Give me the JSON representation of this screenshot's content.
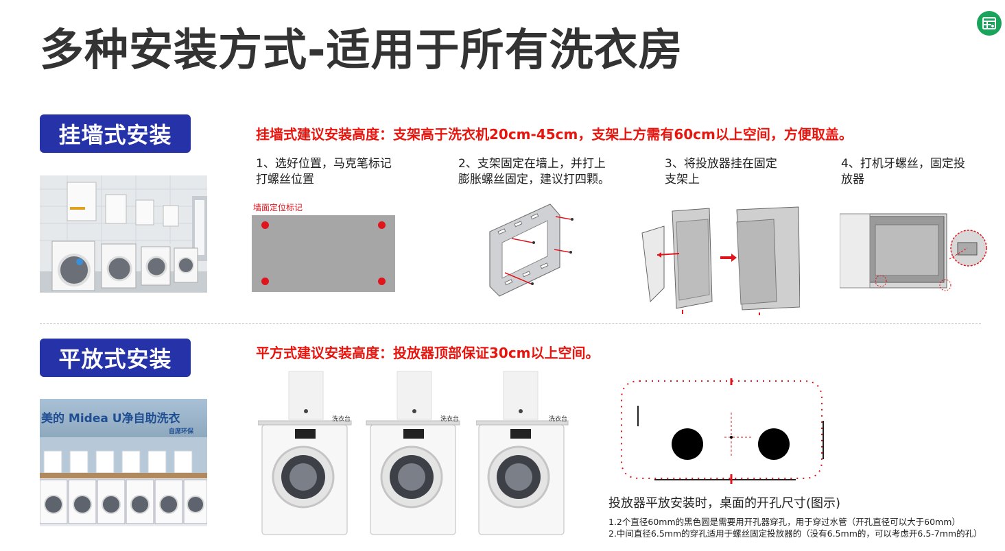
{
  "title": "多种安装方式-适用于所有洗衣房",
  "corner_icon": "spreadsheet-icon",
  "wall": {
    "badge": "挂墙式安装",
    "note": "挂墙式建议安装高度：支架高于洗衣机20cm-45cm，支架上方需有60cm以上空间，方便取盖。",
    "mark_label": "墙面定位标记",
    "steps": [
      "1、选好位置，马克笔标记打螺丝位置",
      "2、支架固定在墙上，并打上膨胀螺丝固定，建议打四颗。",
      "3、将投放器挂在固定支架上",
      "4、打机牙螺丝，固定投放器"
    ]
  },
  "flat": {
    "badge": "平放式安装",
    "note": "平方式建议安装高度：投放器顶部保证30cm以上空间。",
    "store_sign": "美的 Midea U净自助洗衣",
    "sign_sub": "自席环保",
    "counter_label": "洗衣台",
    "hole_title": "投放器平放安装时，桌面的开孔尺寸(图示)",
    "hole_notes": [
      "1.2个直径60mm的黑色圆是需要用开孔器穿孔，用于穿过水管（开孔直径可以大于60mm）",
      "2.中间直径6.5mm的穿孔适用于螺丝固定投放器的（没有6.5mm的，可以考虑开6.5-7mm的孔）"
    ]
  },
  "colors": {
    "badge": "#2632a8",
    "note_red": "#e8150e",
    "title": "#333333",
    "icon_green": "#1aa35a"
  }
}
